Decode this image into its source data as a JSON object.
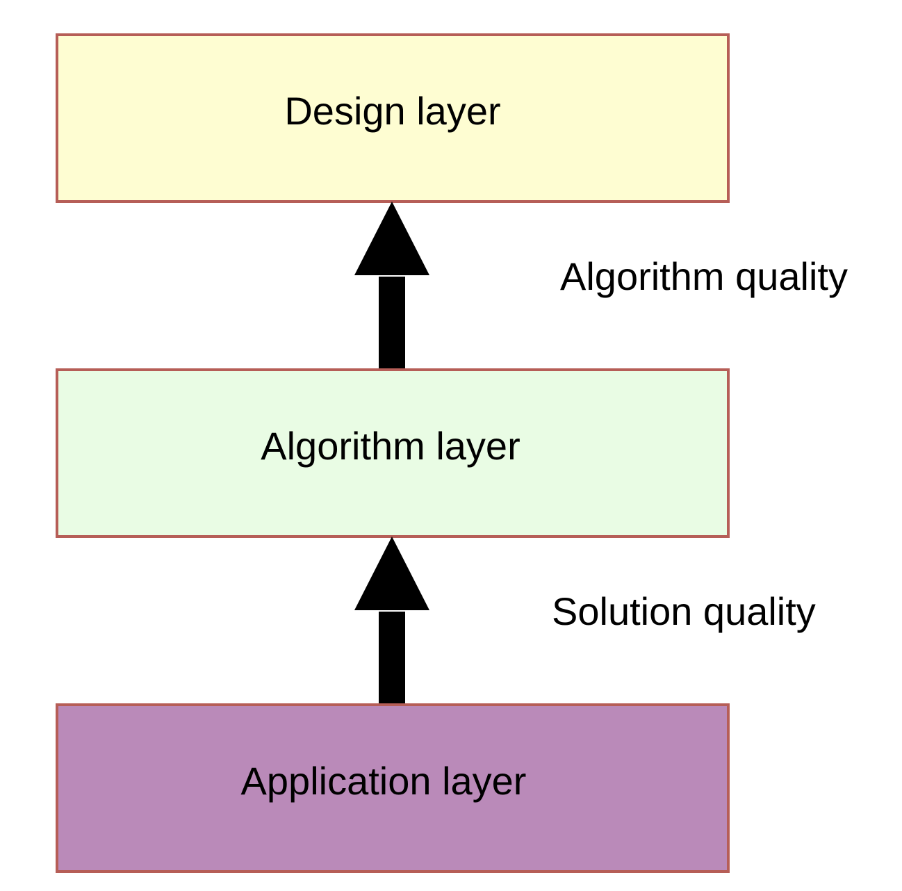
{
  "layers": {
    "design": {
      "label": "Design layer",
      "fill": "#fefdd2"
    },
    "algorithm": {
      "label": "Algorithm layer",
      "fill": "#e9fce4"
    },
    "application": {
      "label": "Application layer",
      "fill": "#ba8ab9"
    }
  },
  "border_color": "#b65e57",
  "arrows": {
    "upper": {
      "label": "Algorithm quality"
    },
    "lower": {
      "label": "Solution quality"
    }
  }
}
